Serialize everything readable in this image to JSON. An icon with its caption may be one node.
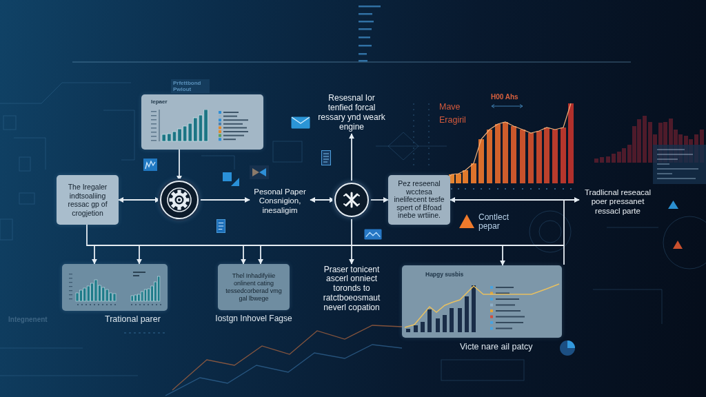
{
  "diagram": {
    "nodes": [
      {
        "text": [
          "Iepaer"
        ],
        "beside": [
          "Prfettbond Pwlout"
        ]
      },
      {
        "text": [],
        "shape": "circle"
      },
      {
        "text": [
          "The Iregaler indtsoaliing ressac gp of crogjetion"
        ]
      },
      {
        "text": [
          "Pesonal Paper Consnigion, inesaligim"
        ]
      },
      {
        "text": [],
        "shape": "circle"
      },
      {
        "text": [
          "Resesnal Ior tenfied forcal ressary ynd weark engine"
        ]
      },
      {
        "text": [
          "Pez reseenal wcctesa inelifecent tesfe spert of Bfoad inebe wrtiine."
        ]
      },
      {
        "text": [
          "Tradlicnal reseacal poer pressanet ressacl parte"
        ]
      },
      {
        "text": [
          "Trational parer"
        ]
      },
      {
        "text": [
          "Thel Inhadifyiiie onlinent cating tessedcorberad vmg gal lbwege",
          "Iostgn Inhovel Fagse"
        ]
      },
      {
        "text": [
          "Praser tonicent ascerl onniect toronds to ratctboeosmaut neverl copation"
        ]
      },
      {
        "text": [
          "Hapgy susbis",
          "Victe nare ail patcy"
        ]
      }
    ],
    "edges": [
      {
        "from": 0,
        "to": 1,
        "arrow": "to"
      },
      {
        "from": 1,
        "to": 2,
        "arrow": "both"
      },
      {
        "from": 1,
        "to": 3,
        "arrow": "to"
      },
      {
        "from": 3,
        "to": 4,
        "arrow": "both"
      },
      {
        "from": 4,
        "to": 5,
        "arrow": "to"
      },
      {
        "from": 4,
        "to": 6,
        "arrow": "to"
      },
      {
        "from": 4,
        "to": 10,
        "arrow": "to"
      },
      {
        "from": 6,
        "to": 7,
        "arrow": "both"
      },
      {
        "from": 2,
        "to": 8,
        "arrow": "to"
      },
      {
        "from": 2,
        "to": 9,
        "arrow": "to"
      },
      {
        "from": 2,
        "to": 11,
        "arrow": "to"
      }
    ],
    "labels": [
      "H00 Ahs",
      "Mave Eragiril",
      "Contlect pepar",
      "Integnenent"
    ]
  }
}
